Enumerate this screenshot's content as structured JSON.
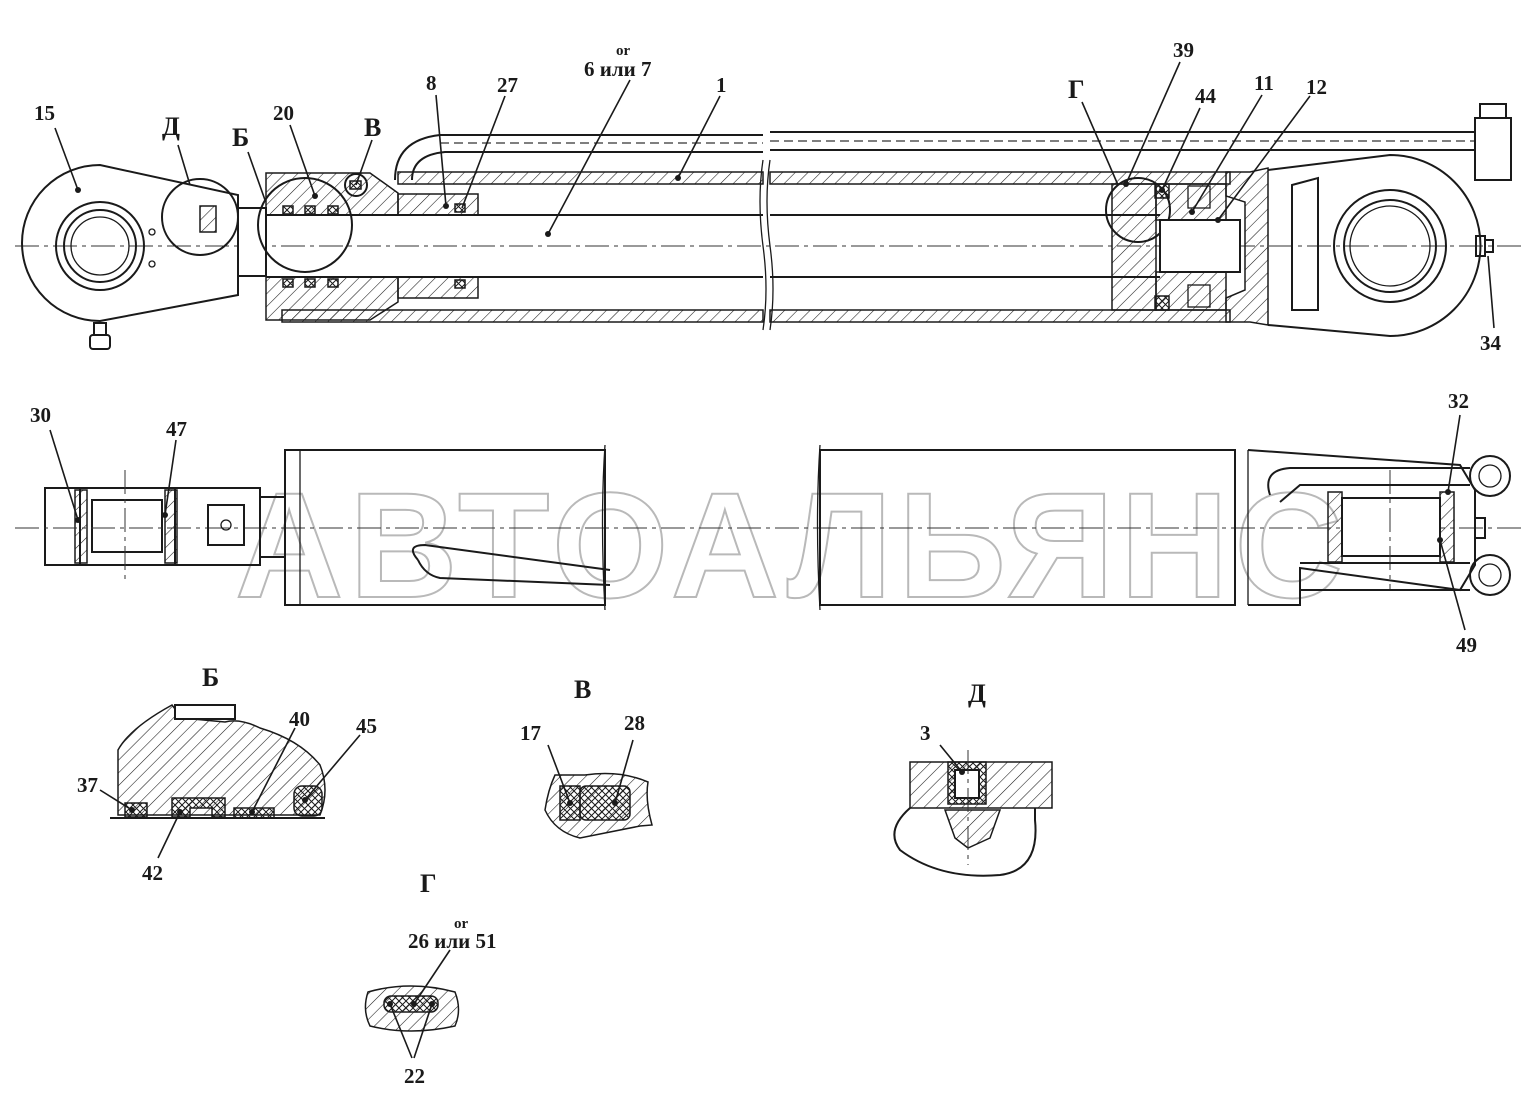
{
  "drawing": {
    "watermark": "АВТОАЛЬЯНС",
    "callouts": [
      {
        "id": "c15",
        "text": "15"
      },
      {
        "id": "cD",
        "text": "Д"
      },
      {
        "id": "cB",
        "text": "Б"
      },
      {
        "id": "c20",
        "text": "20"
      },
      {
        "id": "cV",
        "text": "В"
      },
      {
        "id": "c8",
        "text": "8"
      },
      {
        "id": "c27",
        "text": "27"
      },
      {
        "id": "c6or7",
        "text": "6 или 7"
      },
      {
        "id": "c1",
        "text": "1"
      },
      {
        "id": "cG",
        "text": "Г"
      },
      {
        "id": "c39",
        "text": "39"
      },
      {
        "id": "c44",
        "text": "44"
      },
      {
        "id": "c11",
        "text": "11"
      },
      {
        "id": "c12",
        "text": "12"
      },
      {
        "id": "c34",
        "text": "34"
      },
      {
        "id": "c30",
        "text": "30"
      },
      {
        "id": "c47",
        "text": "47"
      },
      {
        "id": "c32",
        "text": "32"
      },
      {
        "id": "c49",
        "text": "49"
      }
    ],
    "or_note": "or",
    "detail_views": {
      "b": {
        "title": "Б",
        "labels": [
          "37",
          "40",
          "45",
          "42"
        ]
      },
      "v": {
        "title": "В",
        "labels": [
          "17",
          "28"
        ]
      },
      "d": {
        "title": "Д",
        "labels": [
          "3"
        ]
      },
      "g": {
        "title": "Г",
        "or_note": "or",
        "labels": [
          "26 или 51",
          "22"
        ]
      }
    }
  }
}
